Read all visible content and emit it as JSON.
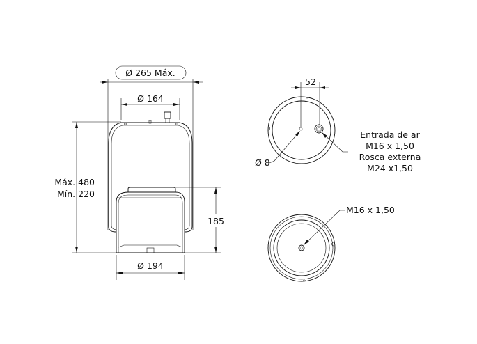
{
  "side_view": {
    "max_diameter": "Ø 265 Máx.",
    "top_diameter": "Ø 164",
    "height_max": "Máx. 480",
    "height_min": "Mín. 220",
    "piston_height": "185",
    "piston_diameter": "Ø 194"
  },
  "top_view": {
    "offset": "52",
    "hole_diameter": "Ø 8",
    "port_note": [
      "Entrada de ar",
      "M16 x 1,50",
      "Rosca externa",
      "M24 x1,50"
    ]
  },
  "bottom_view": {
    "thread": "M16 x 1,50"
  },
  "colors": {
    "line": "#111111",
    "background": "#ffffff"
  }
}
